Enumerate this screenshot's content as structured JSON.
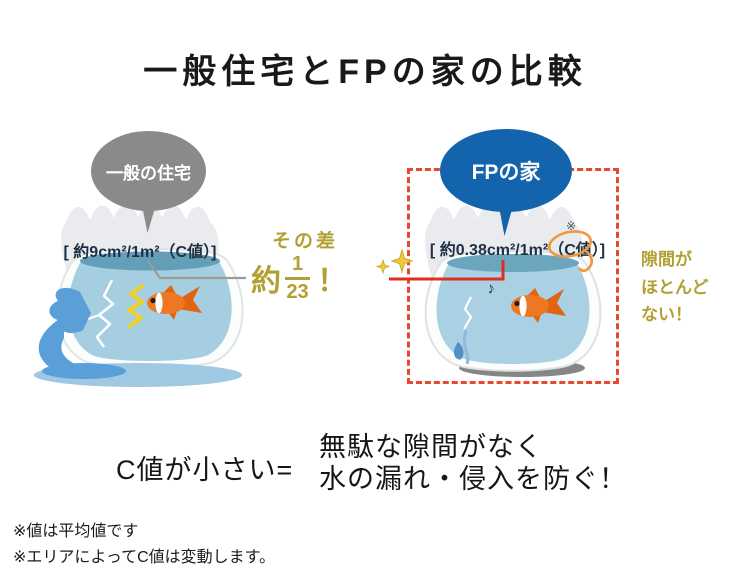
{
  "title": "一般住宅とFPの家の比較",
  "left_house": {
    "bubble_label": "一般の住宅",
    "c_value": "[ 約9cm²/1m²（C値）]"
  },
  "fp_house": {
    "bubble_label": "FPの家",
    "c_value": "[ 約0.38cm²/1m²（C値）]",
    "ref_mark": "※",
    "gap_note_line1": "隙間が",
    "gap_note_line2": "ほとんど",
    "gap_note_line3": "ない！"
  },
  "difference": {
    "label": "その差",
    "prefix": "約",
    "numerator": "1",
    "denominator": "23",
    "suffix": "！"
  },
  "conclusion": {
    "left_side": "C値が小さい=",
    "right_line1": "無駄な隙間がなく",
    "right_line2": "水の漏れ・侵入を防ぐ！"
  },
  "footnotes": {
    "line1": "※値は平均値です",
    "line2": "※エリアによってC値は変動します。"
  },
  "icons": {
    "music_note": "♪"
  },
  "colors": {
    "accent_gold": "#b1a033",
    "highlight_red": "#e9472e",
    "bubble_gray": "#8a8a8a",
    "bubble_blue": "#1463ad",
    "water_blue": "#a6cee1",
    "text_navy": "#1f3044"
  }
}
